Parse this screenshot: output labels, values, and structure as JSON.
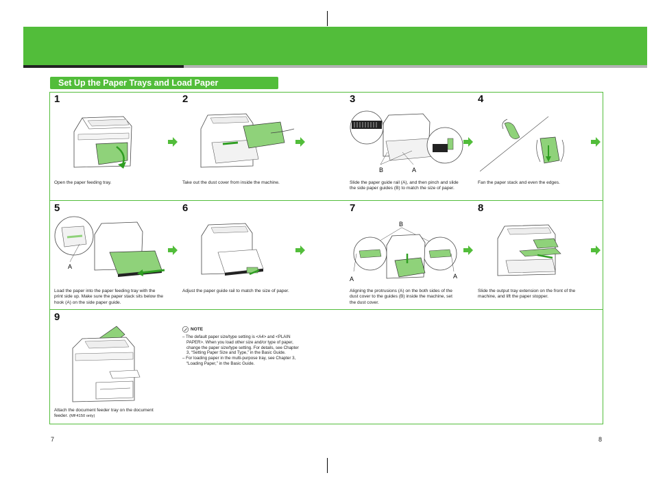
{
  "section_title": "Set Up the Paper Trays and Load Paper",
  "steps": [
    {
      "num": "1",
      "caption": "Open the paper feeding tray."
    },
    {
      "num": "2",
      "caption": "Take out the dust cover from inside the machine."
    },
    {
      "num": "3",
      "caption": "Slide the paper guide rail (A), and then pinch and slide the side paper guides (B) to match the size of paper."
    },
    {
      "num": "4",
      "caption": "Fan the paper stack and even the edges."
    },
    {
      "num": "5",
      "caption": "Load the paper into the paper feeding tray with the print side up. Make sure the paper stack sits below the hook (A) on the side paper guide."
    },
    {
      "num": "6",
      "caption": "Adjust the paper guide rail to match the size of paper."
    },
    {
      "num": "7",
      "caption": "Aligning the protrusions (A) on the both sides of the dust cover to the guides (B) inside the machine, set the dust cover."
    },
    {
      "num": "8",
      "caption": "Slide the output tray extension on the front of the machine, and lift the paper stopper."
    },
    {
      "num": "9",
      "caption": "Attach the document feeder tray on the document feeder.",
      "caption_small": "(MF4150 only)"
    }
  ],
  "labels": {
    "a": "A",
    "b": "B"
  },
  "note": {
    "title": "NOTE",
    "items": [
      "– The default paper size/type setting is <A4> and <PLAIN PAPER>. When you load other size and/or type of paper, change the paper size/type setting. For details, see Chapter 3, “Setting Paper Size and Type,” in the Basic Guide.",
      "– For loading paper in the multi-purpose tray, see Chapter 3, “Loading Paper,” in the Basic Guide."
    ]
  },
  "page_left": "7",
  "page_right": "8",
  "colors": {
    "accent": "#52bd3a",
    "rule_dark": "#222222",
    "rule_gray": "#b3b3b3"
  },
  "icons": [
    "next-step-arrow-icon",
    "note-pencil-icon"
  ]
}
